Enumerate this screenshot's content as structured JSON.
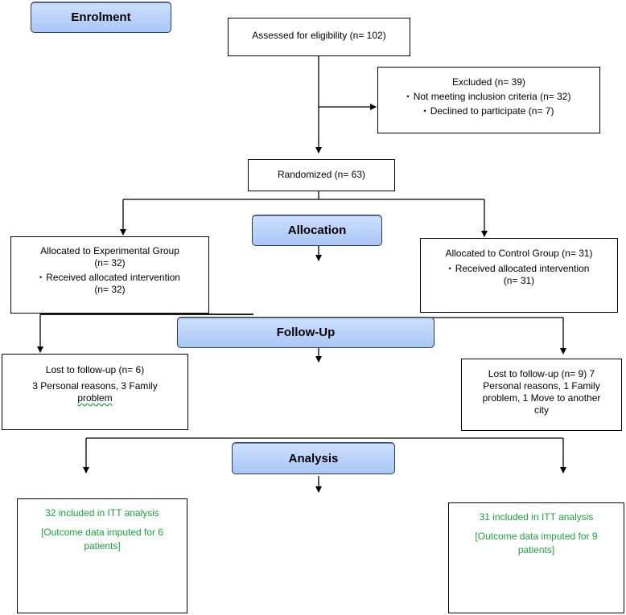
{
  "stages": {
    "enrolment": "Enrolment",
    "allocation": "Allocation",
    "follow_up": "Follow-Up",
    "analysis": "Analysis"
  },
  "boxes": {
    "assessed": "Assessed for eligibility (n= 102)",
    "excluded": {
      "title": "Excluded (n= 39)",
      "items": [
        "Not meeting inclusion criteria (n= 32)",
        "Declined to participate (n= 7)"
      ]
    },
    "randomized": "Randomized (n= 63)",
    "allocated_experimental": {
      "title": "Allocated to Experimental Group",
      "n": "(n= 32)",
      "item": "Received allocated intervention",
      "item_n": "(n= 32)"
    },
    "allocated_control": {
      "title": "Allocated to Control Group (n= 31)",
      "item": "Received allocated intervention",
      "item_n": "(n= 31)"
    },
    "lost_experimental": {
      "title": "Lost to follow-up (n= 6)",
      "line1": "3 Personal reasons, 3 Family",
      "line2": "problem"
    },
    "lost_control": {
      "line1": "Lost to follow-up (n= 9) 7",
      "line2": "Personal reasons, 1 Family",
      "line3": "problem, 1 Move to another",
      "line4": "city"
    },
    "analysis_experimental": {
      "line1": "32 included in ITT analysis",
      "line2": "[Outcome data imputed for 6",
      "line3": "patients]"
    },
    "analysis_control": {
      "line1": "31 included in ITT analysis",
      "line2": "[Outcome data imputed for 9",
      "line3": "patients]"
    }
  },
  "colors": {
    "stage_fill": "#a9c6f5",
    "analysis_text": "#1aa53a"
  }
}
